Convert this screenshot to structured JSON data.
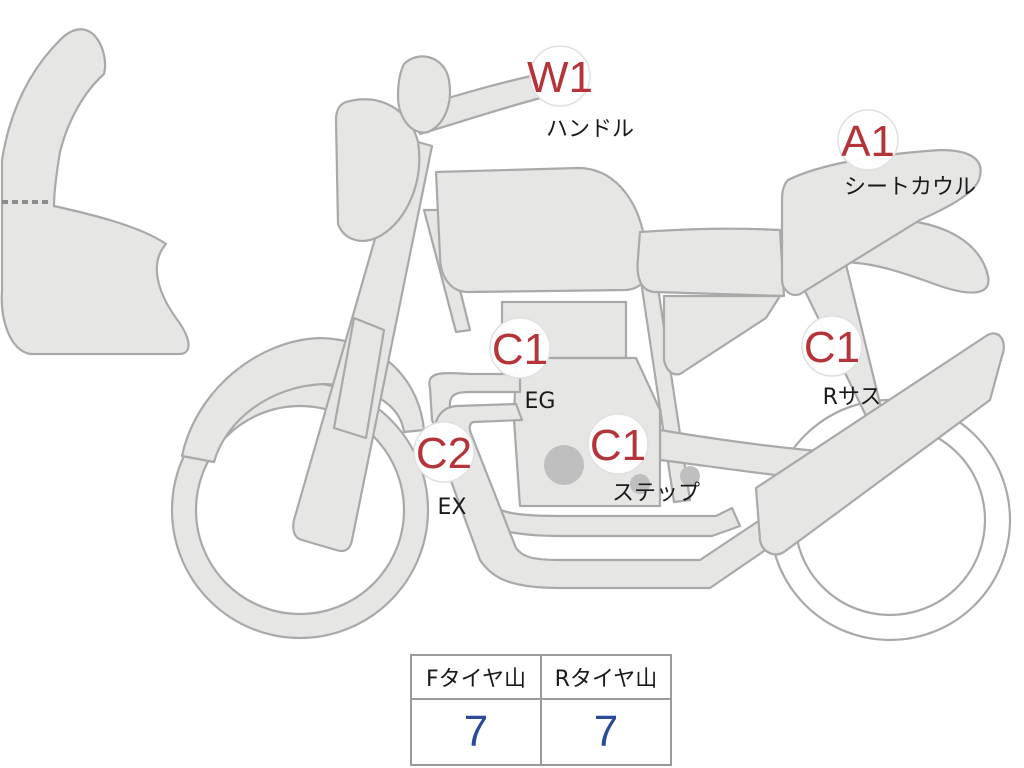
{
  "diagram": {
    "part_colors": {
      "body_fill": "#e6e6e4",
      "outline": "#a9a9a9",
      "code_text": "#b5343a",
      "tread_value": "#2d4a9a"
    },
    "markers": [
      {
        "code": "W1",
        "label": "ハンドル"
      },
      {
        "code": "A1",
        "label": "シートカウル"
      },
      {
        "code": "C1",
        "label": "EG"
      },
      {
        "code": "C1",
        "label": "Rサス"
      },
      {
        "code": "C2",
        "label": "EX"
      },
      {
        "code": "C1",
        "label": "ステップ"
      }
    ]
  },
  "tread_table": {
    "headers": [
      "Fタイヤ山",
      "Rタイヤ山"
    ],
    "values": [
      "7",
      "7"
    ]
  }
}
